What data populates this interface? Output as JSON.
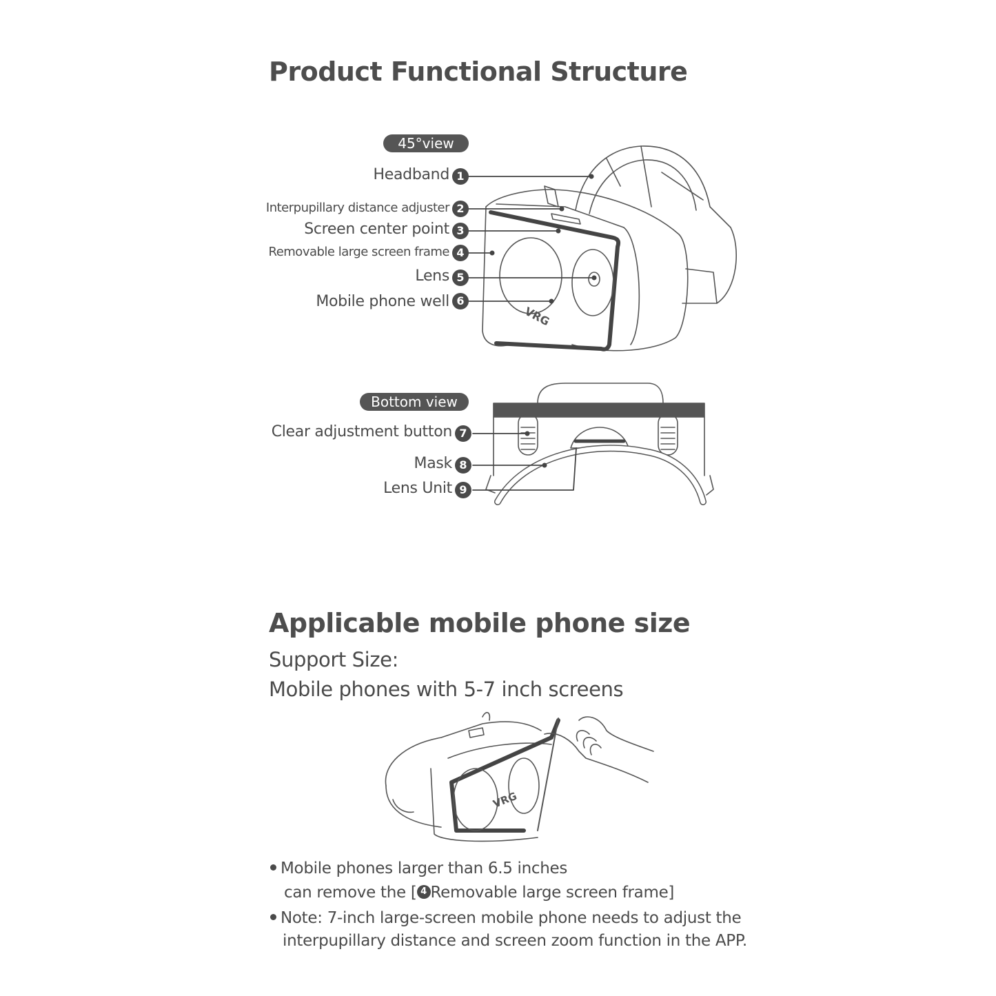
{
  "section1": {
    "title": "Product Functional Structure",
    "view_45": "45°view",
    "view_bottom": "Bottom view",
    "parts": [
      {
        "num": "1",
        "label": "Headband"
      },
      {
        "num": "2",
        "label": "Interpupillary distance adjuster"
      },
      {
        "num": "3",
        "label": "Screen center point"
      },
      {
        "num": "4",
        "label": "Removable large screen frame"
      },
      {
        "num": "5",
        "label": "Lens"
      },
      {
        "num": "6",
        "label": "Mobile phone well"
      },
      {
        "num": "7",
        "label": "Clear adjustment button"
      },
      {
        "num": "8",
        "label": "Mask"
      },
      {
        "num": "9",
        "label": "Lens Unit"
      }
    ],
    "device_logo": "VRG"
  },
  "section2": {
    "title": "Applicable mobile phone size",
    "support_line1": "Support Size:",
    "support_line2": "Mobile phones with 5-7 inch screens",
    "note1_line1": "Mobile phones larger than 6.5 inches",
    "note1_line2_pre": "can remove the [",
    "note1_line2_num": "4",
    "note1_line2_post": "Removable large screen frame]",
    "note2_line1": "Note: 7-inch large-screen mobile phone needs to adjust the",
    "note2_line2": "interpupillary distance and screen zoom function in the APP.",
    "device_logo": "VRG"
  }
}
